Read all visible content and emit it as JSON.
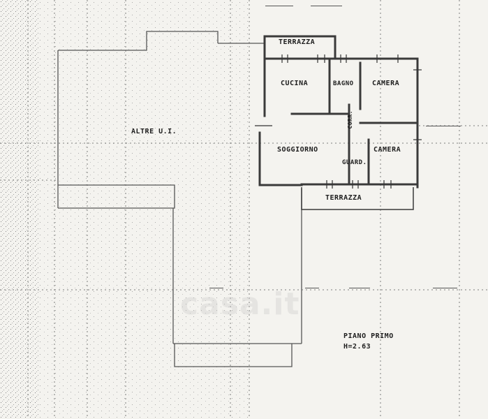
{
  "rooms": {
    "terrazza_top": "TERRAZZA",
    "cucina": "CUCINA",
    "bagno": "BAGNO",
    "camera_1": "CAMERA",
    "camera_2": "CAMERA",
    "soggiorno": "SOGGIORNO",
    "guard": "GUARD.",
    "corr": "CORR.",
    "terrazza_bottom": "TERRAZZA",
    "altre": "ALTRE U.I."
  },
  "info": {
    "floor": "PIANO PRIMO",
    "height": "H=2.63"
  },
  "watermark": "casa.it",
  "colors": {
    "ink": "#2a2a2a",
    "paper": "#f4f3ef"
  }
}
